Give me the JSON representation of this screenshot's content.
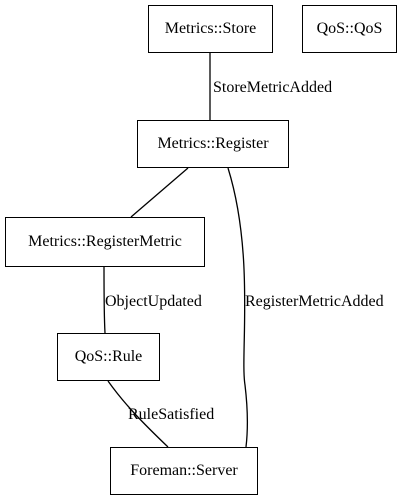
{
  "nodes": {
    "metrics_store": "Metrics::Store",
    "qos_qos": "QoS::QoS",
    "metrics_register": "Metrics::Register",
    "metrics_register_metric": "Metrics::RegisterMetric",
    "qos_rule": "QoS::Rule",
    "foreman_server": "Foreman::Server"
  },
  "edges": [
    {
      "from": "Metrics::Store",
      "to": "Metrics::Register",
      "label": "StoreMetricAdded"
    },
    {
      "from": "Metrics::Register",
      "to": "Metrics::RegisterMetric",
      "label": ""
    },
    {
      "from": "Metrics::Register",
      "to": "Foreman::Server",
      "label": "RegisterMetricAdded"
    },
    {
      "from": "Metrics::RegisterMetric",
      "to": "QoS::Rule",
      "label": "ObjectUpdated"
    },
    {
      "from": "QoS::Rule",
      "to": "Foreman::Server",
      "label": "RuleSatisfied"
    }
  ]
}
